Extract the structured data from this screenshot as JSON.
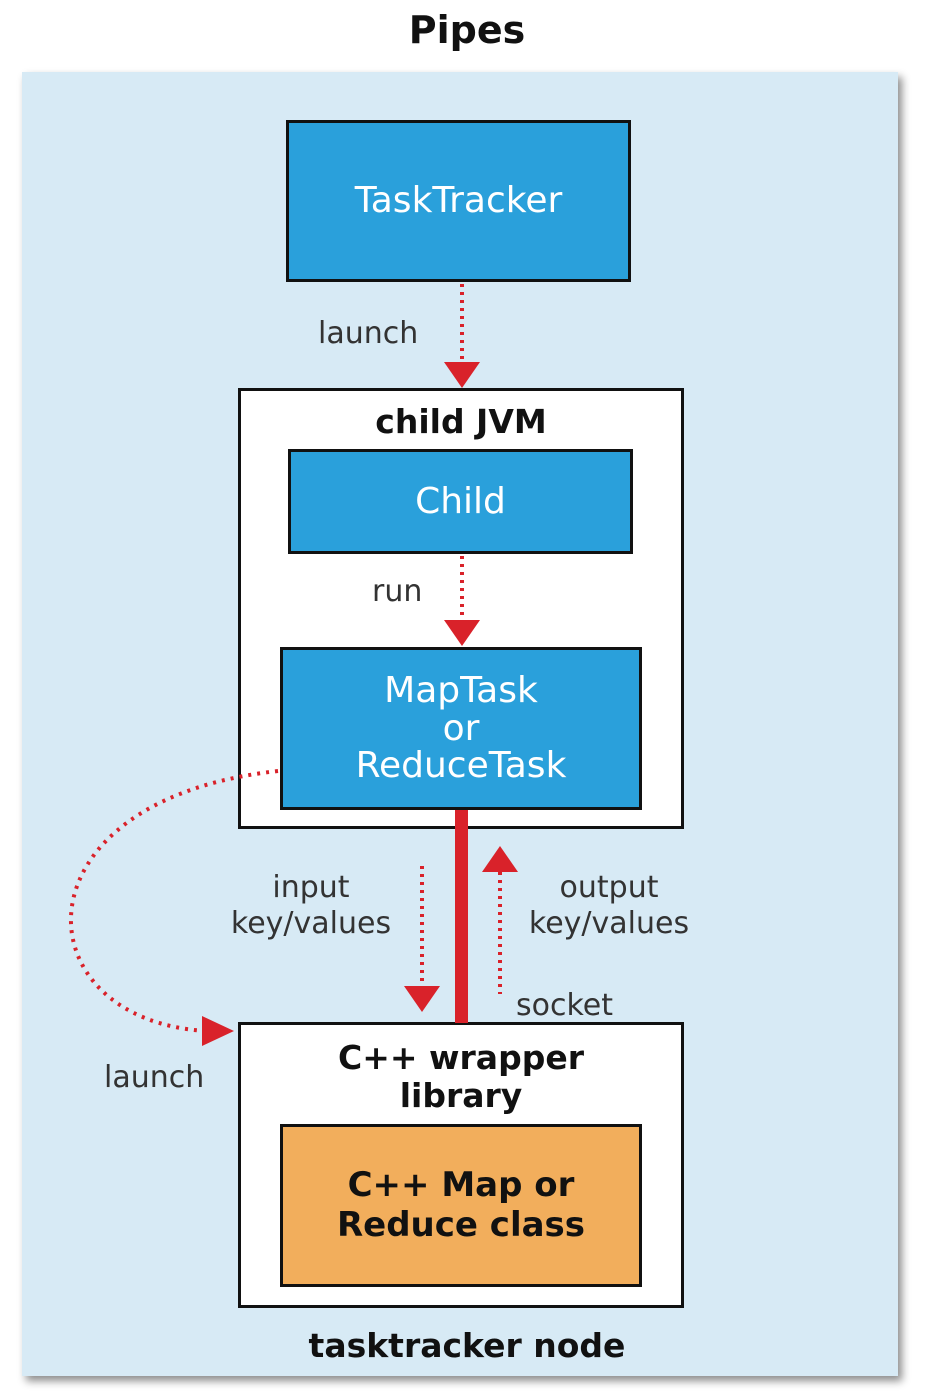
{
  "title": "Pipes",
  "footer": "tasktracker node",
  "boxes": {
    "tasktracker": "TaskTracker",
    "child_jvm": "child JVM",
    "child": "Child",
    "task": "MapTask\nor\nReduceTask",
    "wrapper": "C++ wrapper\nlibrary",
    "cpp_class": "C++ Map or\nReduce class"
  },
  "labels": {
    "launch_top": "launch",
    "run": "run",
    "input": "input\nkey/values",
    "output": "output\nkey/values",
    "socket": "socket",
    "launch_left": "launch"
  },
  "colors": {
    "panel": "#d7eaf5",
    "process_box": "#2aa0db",
    "class_box": "#f2ae5c",
    "arrow": "#d9222a"
  }
}
